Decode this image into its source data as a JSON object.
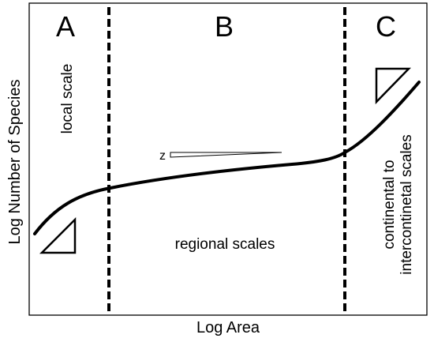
{
  "diagram": {
    "ylabel": "Log Number of Species",
    "xlabel": "Log Area",
    "regions": [
      {
        "letter": "A",
        "label": "local scale"
      },
      {
        "letter": "B",
        "label": "regional scales"
      },
      {
        "letter": "C",
        "label_line1": "continental to",
        "label_line2": "intercontinetal scales"
      }
    ],
    "slope_label": "z",
    "colors": {
      "line": "#000000",
      "background": "#ffffff"
    }
  }
}
